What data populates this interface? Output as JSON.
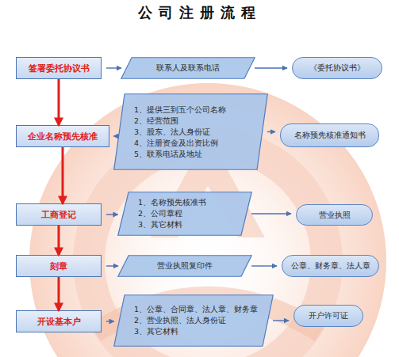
{
  "diagram": {
    "title": "公司注册流程",
    "nodes": [
      {
        "text": [
          "签署委托协议书"
        ]
      },
      {
        "text": [
          "联系人及联系电话"
        ]
      },
      {
        "text": [
          "《委托协议书》"
        ]
      },
      {
        "text": [
          "企业名称预先核准"
        ]
      },
      {
        "text": [
          "1、提供三到五个公司名称",
          "2、经营范围",
          "3、股东、法人身份证",
          "4、注册资金及出资比例",
          "5、联系电话及地址"
        ]
      },
      {
        "text": [
          "名称预先核准通知书"
        ]
      },
      {
        "text": [
          "工商登记"
        ]
      },
      {
        "text": [
          "1、名称预先核准书",
          "2、公司章程",
          "3、其它材料"
        ]
      },
      {
        "text": [
          "营业执照"
        ]
      },
      {
        "text": [
          "刻章"
        ]
      },
      {
        "text": [
          "营业执照复印件"
        ]
      },
      {
        "text": [
          "公章、财务章、法人章"
        ]
      },
      {
        "text": [
          "开设基本户"
        ]
      },
      {
        "text": [
          "1、公章、合同章、法人章、财务章",
          "2、营业执照、法人身份证",
          "3、其它材料"
        ]
      },
      {
        "text": [
          "开户许可证"
        ]
      }
    ],
    "edges": [
      {
        "from": 0,
        "to": 1,
        "arrow": "to"
      },
      {
        "from": 1,
        "to": 2,
        "arrow": "to"
      },
      {
        "from": 0,
        "to": 3,
        "arrow": "to"
      },
      {
        "from": 3,
        "to": 4,
        "arrow": "to"
      },
      {
        "from": 4,
        "to": 5,
        "arrow": "to"
      },
      {
        "from": 3,
        "to": 6,
        "arrow": "to"
      },
      {
        "from": 6,
        "to": 7,
        "arrow": "to"
      },
      {
        "from": 7,
        "to": 8,
        "arrow": "to"
      },
      {
        "from": 6,
        "to": 9,
        "arrow": "to"
      },
      {
        "from": 9,
        "to": 10,
        "arrow": "to"
      },
      {
        "from": 10,
        "to": 11,
        "arrow": "to"
      },
      {
        "from": 9,
        "to": 12,
        "arrow": "to"
      },
      {
        "from": 12,
        "to": 13,
        "arrow": "to"
      },
      {
        "from": 13,
        "to": 14,
        "arrow": "to"
      }
    ]
  }
}
